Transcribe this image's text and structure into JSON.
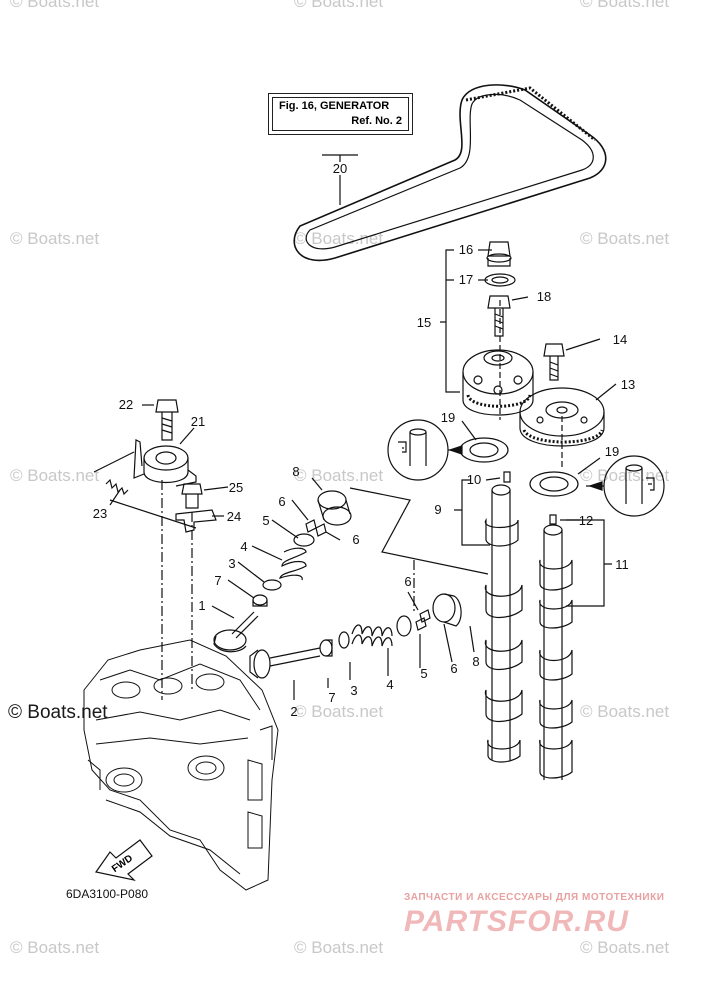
{
  "reference_box": {
    "line1": "Fig. 16, GENERATOR",
    "line2": "Ref. No. 2"
  },
  "diagram_code": "6DA3100-P080",
  "watermark": "© Boats.net",
  "brand": {
    "tagline": "ЗАПЧАСТИ И АКСЕССУАРЫ ДЛЯ МОТОТЕХНИКИ",
    "name": "PARTSFOR.RU"
  },
  "fwd_label": "FWD",
  "callouts": {
    "c1": "1",
    "c2": "2",
    "c3a": "3",
    "c3b": "3",
    "c4a": "4",
    "c4b": "4",
    "c5a": "5",
    "c5b": "5",
    "c6a": "6",
    "c6b": "6",
    "c6c": "6",
    "c6d": "6",
    "c7a": "7",
    "c7b": "7",
    "c8a": "8",
    "c8b": "8",
    "c9": "9",
    "c10": "10",
    "c11": "11",
    "c12": "12",
    "c13": "13",
    "c14": "14",
    "c15": "15",
    "c16": "16",
    "c17": "17",
    "c18": "18",
    "c19a": "19",
    "c19b": "19",
    "c20": "20",
    "c21": "21",
    "c22": "22",
    "c23": "23",
    "c24": "24",
    "c25": "25"
  },
  "colors": {
    "line": "#111111",
    "watermark": "#c8c8c8",
    "brand": "#f0b8b8"
  }
}
